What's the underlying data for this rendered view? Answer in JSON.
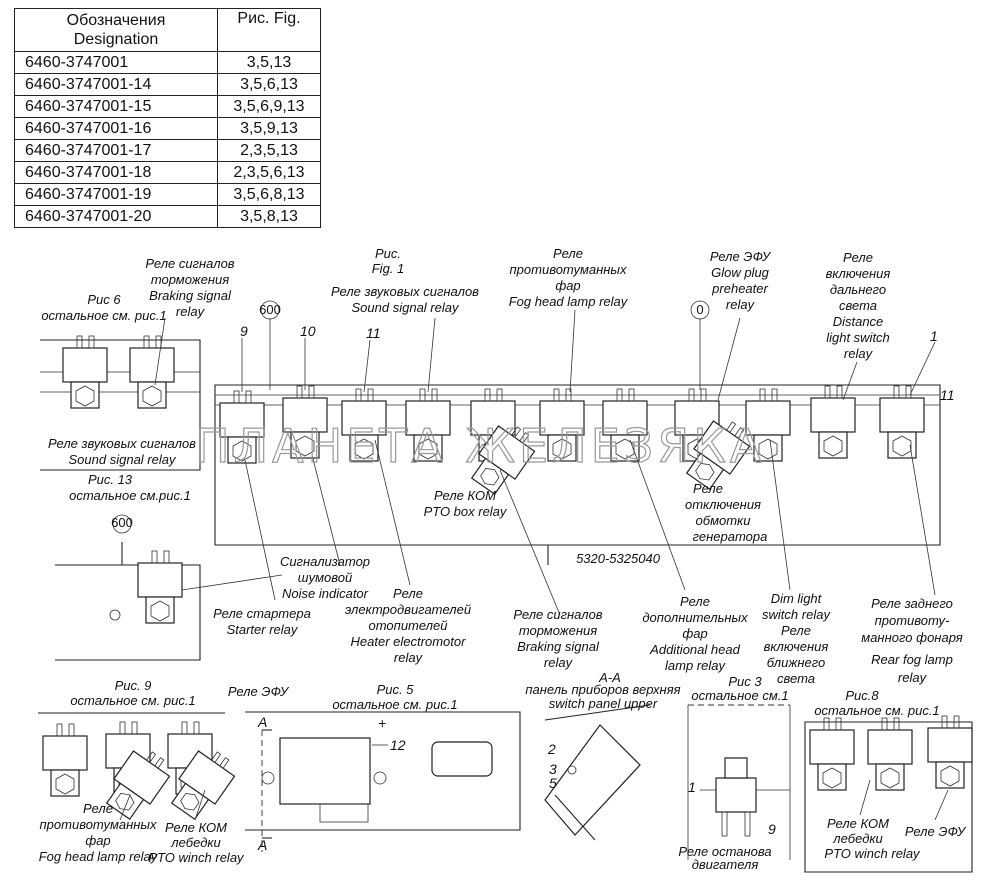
{
  "table": {
    "header": {
      "col1_ru": "Обозначения",
      "col1_en": "Designation",
      "col2": "Рис. Fig."
    },
    "rows": [
      {
        "designation": "6460-3747001",
        "fig": "3,5,13"
      },
      {
        "designation": "6460-3747001-14",
        "fig": "3,5,6,13"
      },
      {
        "designation": "6460-3747001-15",
        "fig": "3,5,6,9,13"
      },
      {
        "designation": "6460-3747001-16",
        "fig": "3,5,9,13"
      },
      {
        "designation": "6460-3747001-17",
        "fig": "2,3,5,13"
      },
      {
        "designation": "6460-3747001-18",
        "fig": "2,3,5,6,13"
      },
      {
        "designation": "6460-3747001-19",
        "fig": "3,5,6,8,13"
      },
      {
        "designation": "6460-3747001-20",
        "fig": "3,5,8,13"
      }
    ]
  },
  "watermark": "ПЛАНЕТА ЖЕЛЕЗЯКА",
  "labels": {
    "braking_relay_top": [
      "Реле сигналов",
      "торможения",
      "Braking signal",
      "relay"
    ],
    "fig6": [
      "Рис 6",
      "остальное см. рис.1"
    ],
    "fig1": [
      "Рис.",
      "Fig. 1"
    ],
    "sound_relay_top": [
      "Реле звуковых сигналов",
      "Sound signal relay"
    ],
    "fog_relay_top": [
      "Реле",
      "противотуманных",
      "фар",
      "Fog head lamp relay"
    ],
    "glow_plug": [
      "Реле ЭФУ",
      "Glow plug",
      "preheater",
      "relay"
    ],
    "distance_light": [
      "Реле",
      "включения",
      "дальнего",
      "света",
      "Distance",
      "light switch",
      "relay"
    ],
    "sound_relay_left": [
      "Реле звуковых сигналов",
      "Sound signal relay"
    ],
    "fig13": [
      "Рис. 13",
      "остальное см.рис.1"
    ],
    "pto_box": [
      "Реле КОМ",
      "PTO box relay"
    ],
    "gen_relay": [
      "Реле",
      "отключения",
      "обмотки",
      "генератора"
    ],
    "part_no": "5320-5325040",
    "noise": [
      "Сигнализатор",
      "шумовой",
      "Noise indicator"
    ],
    "starter": [
      "Реле стартера",
      "Starter relay"
    ],
    "heater": [
      "Реле",
      "электродвигателей",
      "отопителей",
      "Heater electromotor",
      "relay"
    ],
    "braking_bottom": [
      "Реле сигналов",
      "торможения",
      "Braking signal",
      "relay"
    ],
    "additional": [
      "Реле",
      "дополнительных",
      "фар",
      "Additional head",
      "lamp relay"
    ],
    "dim_light": [
      "Dim light",
      "switch relay",
      "Реле",
      "включения",
      "ближнего",
      "света"
    ],
    "rear_fog": [
      "Реле заднего",
      "противоту-",
      "манного фонаря",
      "Rear fog lamp",
      "relay"
    ],
    "fig9": [
      "Рис. 9",
      "остальное см. рис.1"
    ],
    "efu_top": "Реле ЭФУ",
    "fig5": [
      "Рис. 5",
      "остальное см. рис.1"
    ],
    "section_aa": [
      "А-А",
      "панель приборов верхняя",
      "switch panel upper"
    ],
    "fig3": [
      "Рис 3",
      "остальное см.1"
    ],
    "fig8": [
      "Рис.8",
      "остальное см. рис.1"
    ],
    "fog_bottom": [
      "Реле",
      "противотуманных",
      "фар",
      "Fog head lamp relay"
    ],
    "pto_winch_1": [
      "Реле КОМ",
      "лебедки",
      "PTO winch relay"
    ],
    "engine_stop": [
      "Реле останова",
      "двигателя"
    ],
    "pto_winch_2": [
      "Реле КОМ",
      "лебедки",
      "PTO winch relay"
    ],
    "efu_bottom": "Реле ЭФУ",
    "numbers": {
      "n9": "9",
      "n10": "10",
      "n11a": "11",
      "n1": "1",
      "n11b": "11",
      "n12": "12",
      "n2": "2",
      "n3": "3",
      "n5": "5",
      "n1b": "1",
      "n9b": "9",
      "A1": "А",
      "A2": "А",
      "plus": "+"
    },
    "circles": {
      "c600a": "600",
      "c0": "0",
      "c600b": "600"
    }
  }
}
